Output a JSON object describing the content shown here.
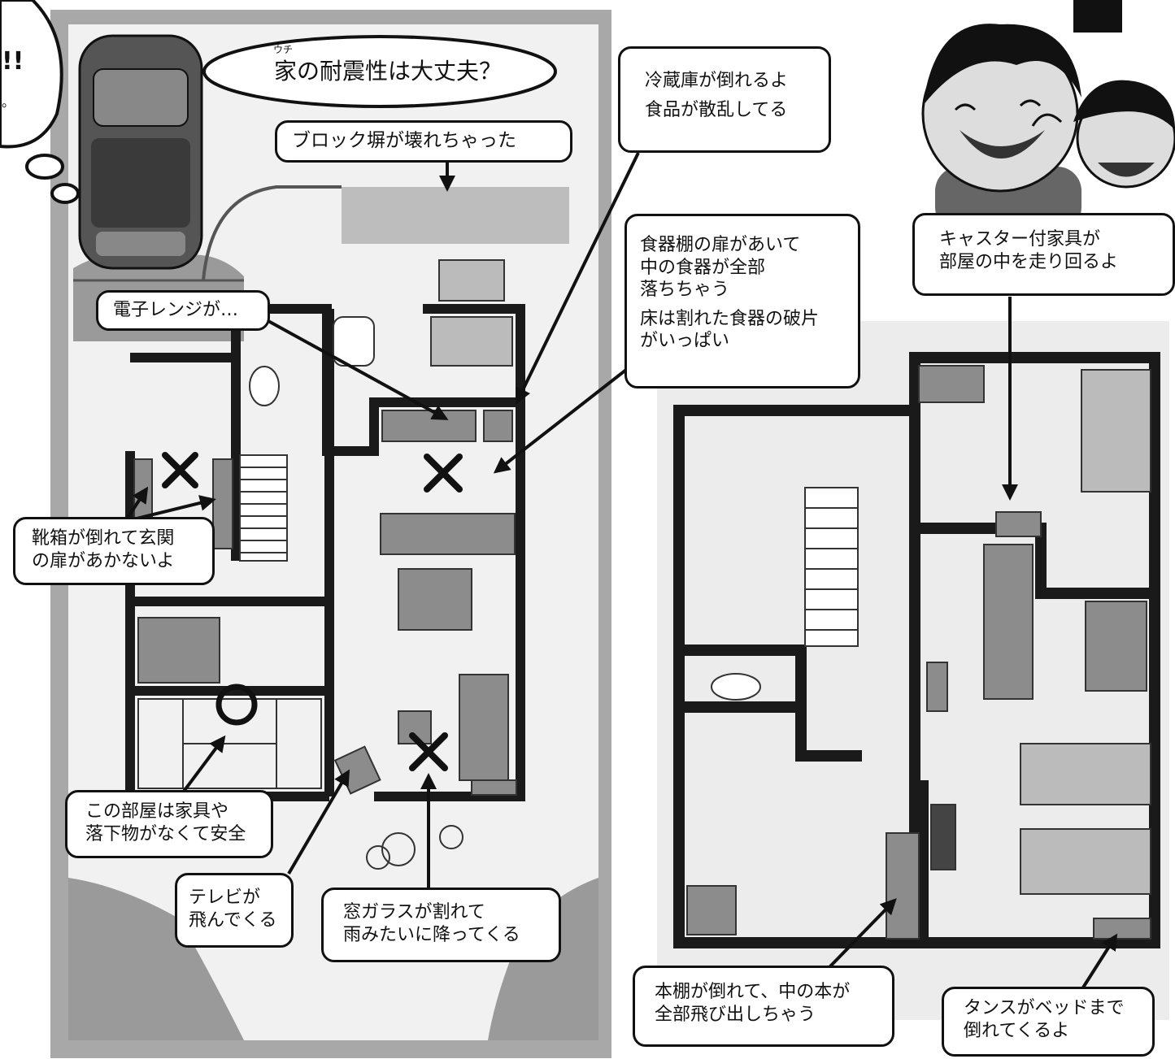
{
  "title": {
    "ruby": "ウチ",
    "text": "家の耐震性は大丈夫？"
  },
  "thought": {
    "mark": "!!",
    "dot": "。"
  },
  "callouts": {
    "block_wall": "ブロック塀が壊れちゃった",
    "fridge": [
      "冷蔵庫が倒れるよ",
      "食品が散乱してる"
    ],
    "dish_cabinet": [
      "食器棚の扉があいて",
      "中の食器が全部",
      "落ちちゃう",
      "床は割れた食器の破片",
      "がいっぱい"
    ],
    "microwave": "電子レンジが…",
    "shoe_box": [
      "靴箱が倒れて玄関",
      "の扉があかないよ"
    ],
    "safe_room": [
      "この部屋は家具や",
      "落下物がなくて安全"
    ],
    "tv": [
      "テレビが",
      "飛んでくる"
    ],
    "window": [
      "窓ガラスが割れて",
      "雨みたいに降ってくる"
    ],
    "caster": [
      "キャスター付家具が",
      "部屋の中を走り回るよ"
    ],
    "bookshelf": [
      "本棚が倒れて、中の本が",
      "全部飛び出しちゃう"
    ],
    "wardrobe": [
      "タンスがベッドまで",
      "倒れてくるよ"
    ]
  },
  "markers": {
    "danger": "×",
    "safe": "○"
  },
  "colors": {
    "ink": "#111111",
    "paper": "#eeeeee",
    "wall": "#1a1a1a",
    "furniture": "#8c8c8c",
    "frame": "#a8a8a8"
  }
}
